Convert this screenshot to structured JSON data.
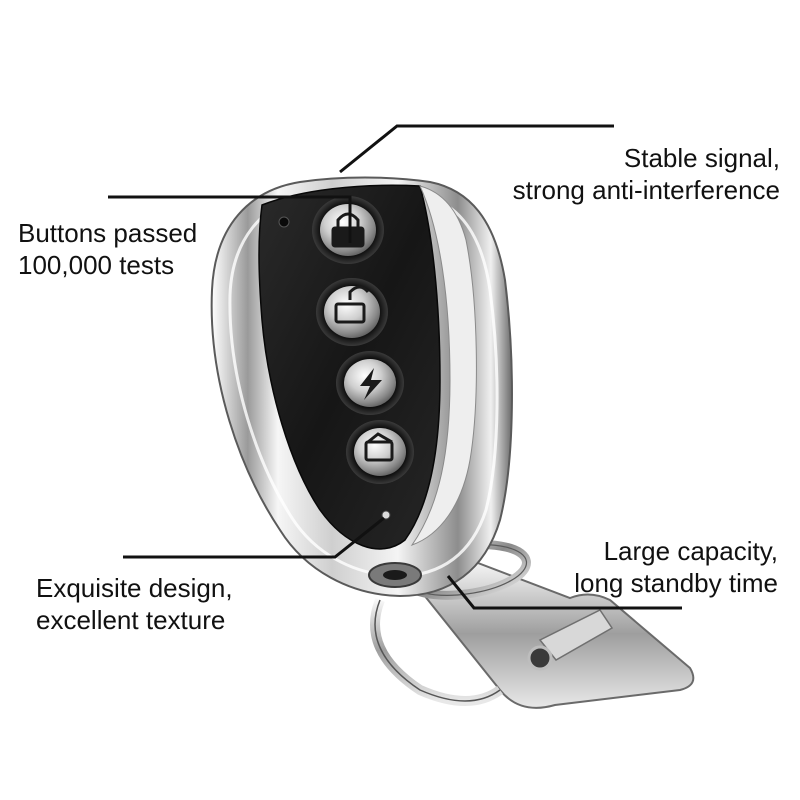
{
  "callouts": {
    "signal": {
      "line1": "Stable signal,",
      "line2": "strong anti-interference"
    },
    "buttons": {
      "line1": "Buttons passed",
      "line2": "100,000 tests"
    },
    "design": {
      "line1": "Exquisite design,",
      "line2": "excellent texture"
    },
    "capacity": {
      "line1": "Large capacity,",
      "line2": "long standby time"
    }
  },
  "icons": [
    "lock-icon",
    "unlock-icon",
    "bolt-icon",
    "trunk-icon",
    "led-indicator-icon"
  ],
  "colors": {
    "body_dark": "#1c1c1c",
    "chrome_light": "#f2f2f2",
    "chrome_mid": "#a8a8a8",
    "chrome_dark": "#505050",
    "text": "#111111",
    "callout_line": "#111111"
  }
}
